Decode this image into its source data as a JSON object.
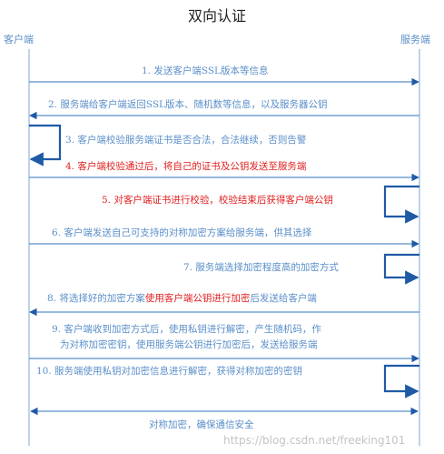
{
  "title": "双向认证",
  "client_label": "客户端",
  "server_label": "服务端",
  "colors": {
    "line": "#5b8fc9",
    "arrow": "#1f5aa6",
    "highlight": "#e02020",
    "text": "#5b8fc9"
  },
  "steps": [
    {
      "id": "s1",
      "text": "1. 发送客户端SSL版本等信息",
      "direction": "client-to-server"
    },
    {
      "id": "s2",
      "text": "2. 服务端给客户端返回SSL版本、随机数等信息，以及服务器公钥",
      "direction": "server-to-client"
    },
    {
      "id": "s3",
      "text": "3. 客户端校验服务端证书是否合法，合法继续，否则告警",
      "direction": "client-self"
    },
    {
      "id": "s4",
      "text": "4. 客户端校验通过后，将自己的证书及公钥发送至服务端",
      "direction": "client-to-server",
      "highlight": true
    },
    {
      "id": "s5",
      "text": "5. 对客户端证书进行校验，校验结束后获得客户端公钥",
      "direction": "server-self",
      "highlight": true
    },
    {
      "id": "s6",
      "text": "6. 客户端发送自己可支持的对称加密方案给服务端，供其选择",
      "direction": "client-to-server"
    },
    {
      "id": "s7",
      "text": "7. 服务端选择加密程度高的加密方式",
      "direction": "server-self"
    },
    {
      "id": "s8",
      "text_a": "8. 将选择好的加密方案",
      "text_b": "使用客户端公钥进行加密",
      "text_c": "后发送给客户端",
      "direction": "server-to-client"
    },
    {
      "id": "s9",
      "line1": "9. 客户端收到加密方式后，使用私钥进行解密，产生随机码，作",
      "line2": "为对称加密密钥，使用服务端公钥进行加密后，发送给服务端",
      "direction": "client-to-server"
    },
    {
      "id": "s10",
      "text": "10. 服务端使用私钥对加密信息进行解密，获得对称加密的密钥",
      "direction": "server-self"
    },
    {
      "id": "s11",
      "text": "对称加密，确保通信安全",
      "direction": "both"
    }
  ],
  "watermark": "https://blog.csdn.net/freeking101"
}
